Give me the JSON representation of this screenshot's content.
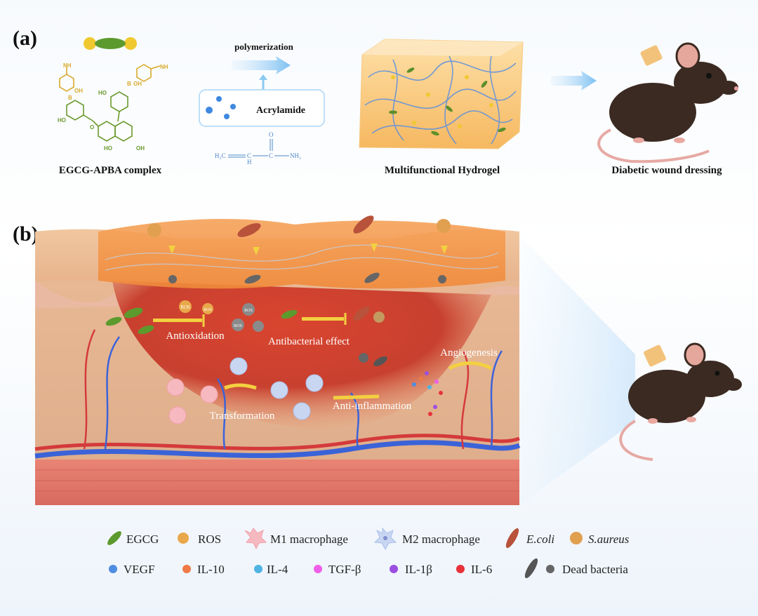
{
  "panel_a": {
    "label": "(a)",
    "polymerization": "polymerization",
    "monomer": "Acrylamide",
    "acrylamide_formula": {
      "h2c": "H₂C",
      "ch": "C",
      "h": "H",
      "c": "C",
      "o": "O",
      "nh2": "NH₂"
    },
    "complex_atoms": {
      "nh": "NH",
      "oh": "OH",
      "b": "B",
      "o": "O",
      "ho": "HO"
    },
    "captions": [
      "EGCG-APBA complex",
      "Multifunctional Hydrogel",
      "Diabetic wound dressing"
    ]
  },
  "panel_b": {
    "label": "(b)",
    "ros": "ROS",
    "processes": {
      "antioxidation": "Antioxidation",
      "antibacterial": "Antibacterial effect",
      "angiogenesis": "Angiogenesis",
      "transformation": "Transformation",
      "anti_inflammation": "Anti-inflammation"
    }
  },
  "legend": {
    "row1": [
      {
        "label": "EGCG",
        "icon": "leaf-icon",
        "color": "#5a9a2a"
      },
      {
        "label": "ROS",
        "icon": "ros-cluster-icon",
        "color": "#e9a84a"
      },
      {
        "label": "M1 macrophage",
        "icon": "m1-macrophage-icon",
        "color": "#f6b9c0"
      },
      {
        "label": "M2 macrophage",
        "icon": "m2-macrophage-icon",
        "color": "#c9d6f2"
      },
      {
        "label": "E.coli",
        "icon": "ecoli-icon",
        "color": "#b8523a"
      },
      {
        "label": "S.aureus",
        "icon": "saureus-icon",
        "color": "#e0a050"
      }
    ],
    "row2": [
      {
        "label": "VEGF",
        "color": "#4f8de0"
      },
      {
        "label": "IL-10",
        "color": "#ef7a45"
      },
      {
        "label": "IL-4",
        "color": "#4fb4e2"
      },
      {
        "label": "TGF-β",
        "color": "#ee5ee8"
      },
      {
        "label": "IL-1β",
        "color": "#9b4fe0"
      },
      {
        "label": "IL-6",
        "color": "#e8323a"
      },
      {
        "label": "Dead bacteria",
        "color": "#666666"
      }
    ]
  }
}
